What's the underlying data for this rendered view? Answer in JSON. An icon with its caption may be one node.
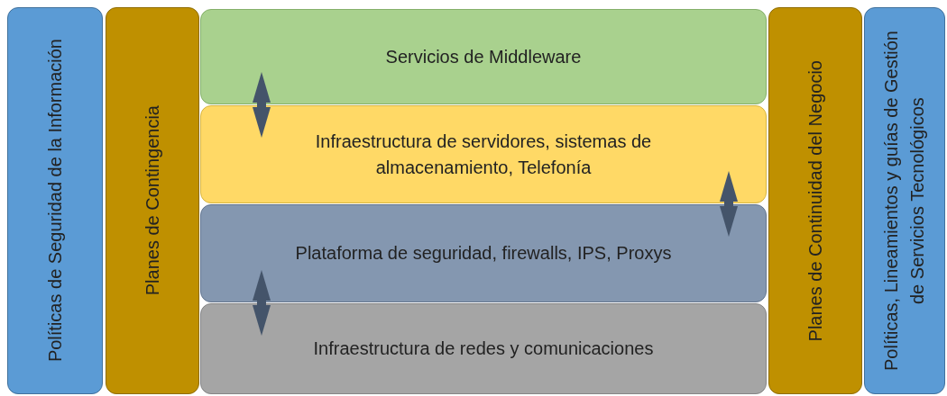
{
  "diagram": {
    "nodes": [
      {
        "text": [
          "Políticas de Seguridad de la Información"
        ]
      },
      {
        "text": [
          "Planes de Contingencia"
        ]
      },
      {
        "text": [
          "Servicios de Middleware"
        ]
      },
      {
        "text": [
          "Infraestructura de servidores, sistemas de almacenamiento, Telefonía"
        ]
      },
      {
        "text": [
          "Plataforma de seguridad, firewalls, IPS, Proxys"
        ]
      },
      {
        "text": [
          "Infraestructura de redes y comunicaciones"
        ]
      },
      {
        "text": [
          "Planes de Continuidad del Negocio"
        ]
      },
      {
        "text": [
          "Políticas, Lineamientos y guías de Gestión de Servicios Tecnológicos"
        ]
      }
    ],
    "edges": [
      {
        "from": 2,
        "to": 3,
        "arrow": "both"
      },
      {
        "from": 3,
        "to": 4,
        "arrow": "both"
      },
      {
        "from": 4,
        "to": 5,
        "arrow": "both"
      }
    ]
  }
}
